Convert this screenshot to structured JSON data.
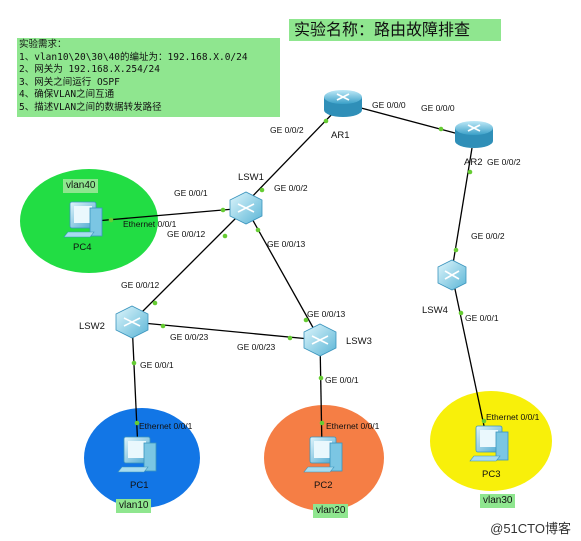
{
  "title": "实验名称：路由故障排查",
  "requirements": [
    "实验需求：",
    "1、vlan10\\20\\30\\40的编址为：192.168.X.0/24",
    "2、网关为 192.168.X.254/24",
    "3、网关之间运行 OSPF",
    "4、确保VLAN之间互通",
    "5、描述VLAN之间的数据转发路径"
  ],
  "devices": {
    "ar1": "AR1",
    "ar2": "AR2",
    "lsw1": "LSW1",
    "lsw2": "LSW2",
    "lsw3": "LSW3",
    "lsw4": "LSW4",
    "pc1": "PC1",
    "pc2": "PC2",
    "pc3": "PC3",
    "pc4": "PC4"
  },
  "vlans": {
    "vlan10": "vlan10",
    "vlan20": "vlan20",
    "vlan30": "vlan30",
    "vlan40": "vlan40"
  },
  "ports": {
    "ar1_lsw1": "GE 0/0/2",
    "ar1_ar2": "GE 0/0/0",
    "ar2_ar1": "GE 0/0/0",
    "ar2_lsw4": "GE 0/0/2",
    "lsw1_ar1": "GE 0/0/2",
    "lsw1_pc4": "GE 0/0/1",
    "lsw1_lsw2": "GE 0/0/12",
    "lsw1_lsw3": "GE 0/0/13",
    "pc4_eth": "Ethernet 0/0/1",
    "lsw2_lsw1": "GE 0/0/12",
    "lsw2_lsw3": "GE 0/0/23",
    "lsw2_pc1": "GE 0/0/1",
    "lsw3_lsw2": "GE 0/0/23",
    "lsw3_lsw1": "GE 0/0/13",
    "lsw3_pc2": "GE 0/0/1",
    "lsw4_ar2": "GE 0/0/2",
    "lsw4_pc3": "GE 0/0/1",
    "pc1_eth": "Ethernet 0/0/1",
    "pc2_eth": "Ethernet 0/0/1",
    "pc3_eth": "Ethernet 0/0/1"
  },
  "colors": {
    "vlan40_area": "#22dd44",
    "vlan10_area": "#1276e6",
    "vlan20_area": "#f57e45",
    "vlan30_area": "#f8f00a",
    "label_bg": "#8fe68f",
    "link": "#000000",
    "port_dot": "#66cc33"
  },
  "watermark": "@51CTO博客"
}
